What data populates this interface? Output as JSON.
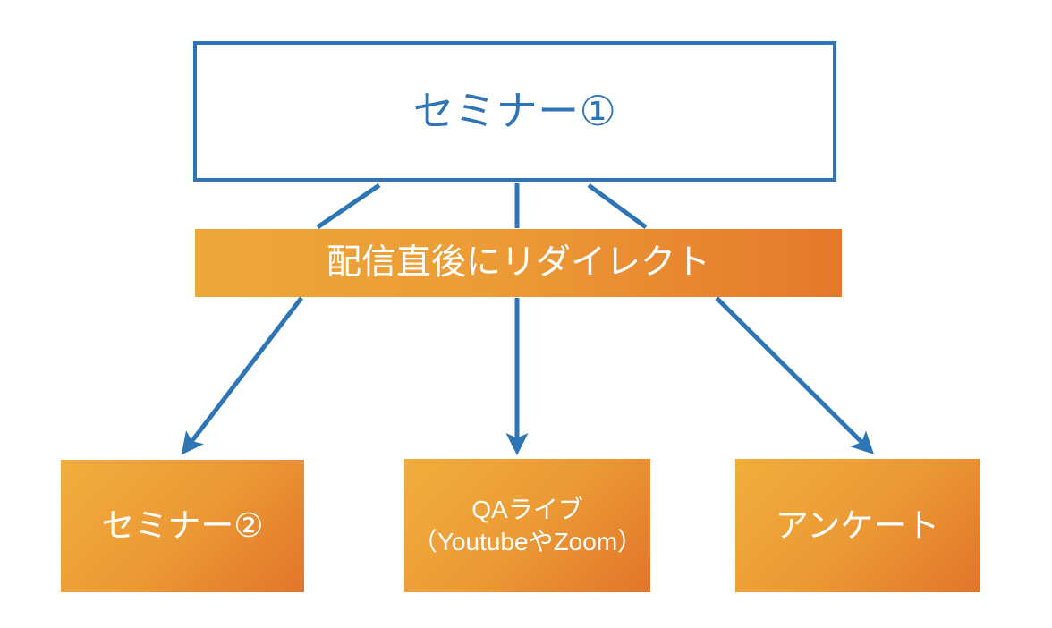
{
  "diagram": {
    "type": "flow-diagram",
    "background_color": "#FFFFFF",
    "accent_blue": "#2E75B6",
    "accent_orange_light": "#EDA739",
    "accent_orange_dark": "#E2752A",
    "nodes": {
      "top": {
        "label": "セミナー①",
        "shape": "rectangle-outline",
        "border_color": "#2E75B6",
        "text_color": "#2E75B6",
        "fill": "#FFFFFF"
      },
      "band": {
        "label": "配信直後にリダイレクト",
        "shape": "rectangle-filled",
        "text_color": "#FFFFFF",
        "fill_start": "#EDA739",
        "fill_end": "#E4782B"
      },
      "bottom_left": {
        "label": "セミナー②",
        "shape": "rectangle-filled",
        "text_color": "#FFFFFF"
      },
      "bottom_center": {
        "label": "QAライブ",
        "label_line2": "（YoutubeやZoom）",
        "shape": "rectangle-filled",
        "text_color": "#FFFFFF"
      },
      "bottom_right": {
        "label": "アンケート",
        "shape": "rectangle-filled",
        "text_color": "#FFFFFF"
      }
    },
    "connectors": [
      {
        "name": "top-to-band-left",
        "from": "top",
        "to": "band",
        "style": "line",
        "arrow": false
      },
      {
        "name": "top-to-band-center",
        "from": "top",
        "to": "band",
        "style": "line",
        "arrow": false
      },
      {
        "name": "top-to-band-right",
        "from": "top",
        "to": "band",
        "style": "line",
        "arrow": false
      },
      {
        "name": "band-to-seminar2",
        "from": "band",
        "to": "bottom_left",
        "style": "arrow",
        "arrow": true
      },
      {
        "name": "band-to-qa-live",
        "from": "band",
        "to": "bottom_center",
        "style": "arrow",
        "arrow": true
      },
      {
        "name": "band-to-survey",
        "from": "band",
        "to": "bottom_right",
        "style": "arrow",
        "arrow": true
      }
    ]
  }
}
